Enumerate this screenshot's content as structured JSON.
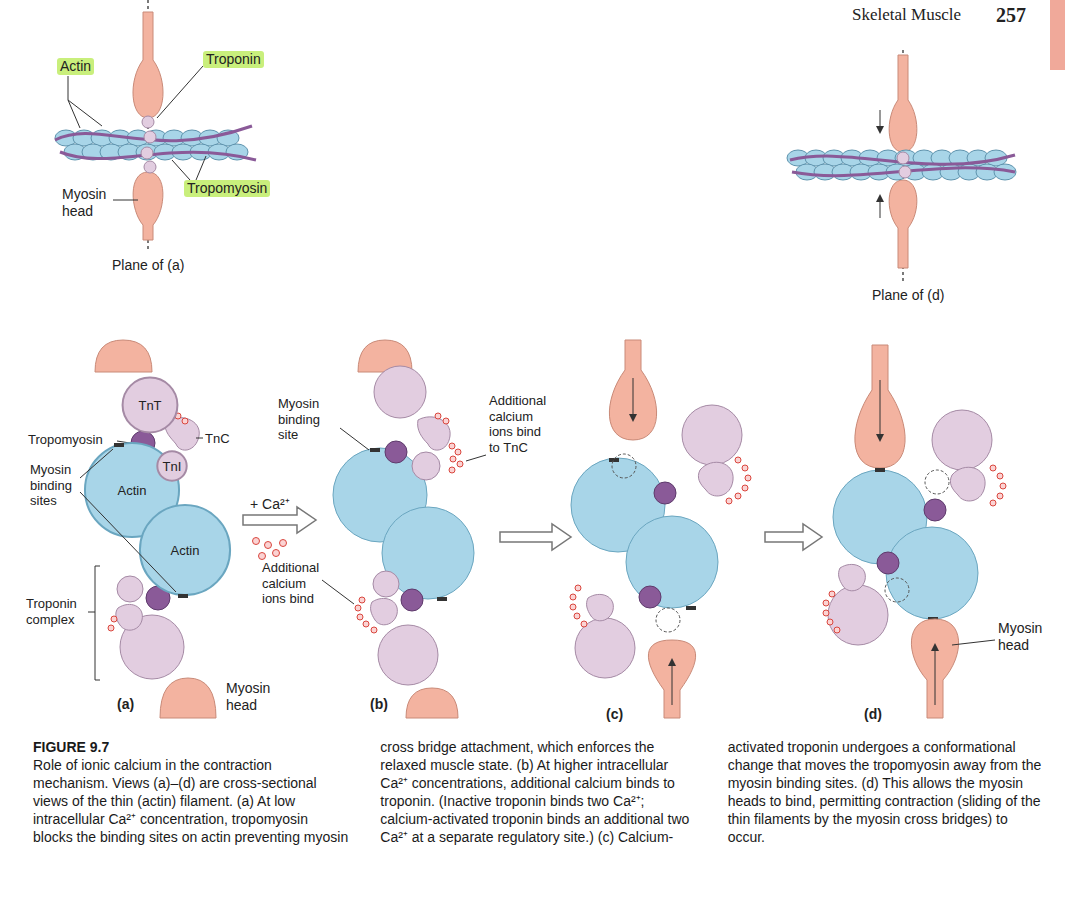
{
  "diagram": {
    "title": "FIGURE 9.7",
    "caption": "Role of ionic calcium in the contraction mechanism. Views (a)–(d) are cross-sectional views of the thin (actin) filament. (a) At low intracellular Ca²⁺ concentration, tropomyosin blocks the binding sites on actin preventing myosin cross bridge attachment, which enforces the relaxed muscle state. (b) At higher intracellular Ca²⁺ concentrations, additional calcium binds to troponin. (Inactive troponin binds two Ca²⁺; calcium-activated troponin binds an additional two Ca²⁺ at a separate regulatory site.) (c) Calcium-activated troponin undergoes a conformational change that moves the tropomyosin away from the myosin binding sites. (d) This allows the myosin heads to bind, permitting contraction (sliding of the thin filaments by the myosin cross bridges) to occur.",
    "nodes": [
      {
        "text": [
          "Actin"
        ]
      },
      {
        "text": [
          "Actin"
        ]
      },
      {
        "text": [
          "TnT"
        ]
      },
      {
        "text": [
          "TnI"
        ]
      }
    ],
    "labels": [
      "Skeletal Muscle",
      "257",
      "Actin",
      "Troponin",
      "Tropomyosin",
      "Myosin head",
      "Plane of (a)",
      "Plane of (d)",
      "Tropomyosin",
      "Myosin binding sites",
      "TnC",
      "Troponin complex",
      "Myosin head",
      "(a)",
      "+ Ca²⁺",
      "Myosin binding site",
      "Additional calcium ions bind to TnC",
      "Additional calcium ions bind",
      "(b)",
      "(c)",
      "Myosin head",
      "(d)"
    ]
  }
}
